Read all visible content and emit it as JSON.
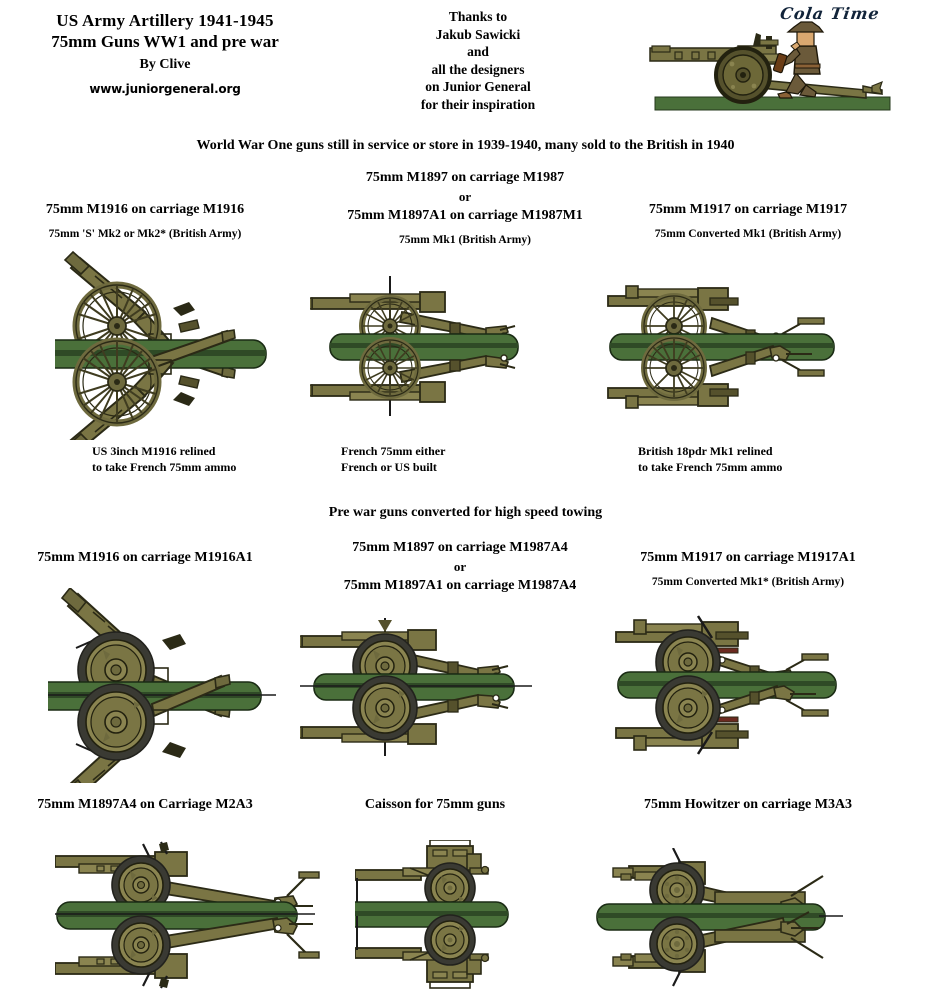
{
  "title": {
    "line1": "US Army Artillery 1941-1945",
    "line2": "75mm Guns WW1 and pre war",
    "line3": "By Clive",
    "line4": "www.juniorgeneral.org"
  },
  "thanks": {
    "line1": "Thanks to",
    "line2": "Jakub Sawicki",
    "line3": "and",
    "line4": "all the designers",
    "line5": "on Junior General",
    "line6": "for their inspiration"
  },
  "artwork": {
    "cola_label": "Cola Time"
  },
  "sections": [
    {
      "heading": "World War One guns still in service or store in 1939-1940, many sold to the British in 1940",
      "columns": [
        {
          "title_main": "75mm M1916 on carriage M1916",
          "title_or": "",
          "title_alt": "",
          "subtitle": "75mm 'S' Mk2 or Mk2* (British Army)",
          "caption_line1": "US 3inch M1916 relined",
          "caption_line2": "to take French 75mm ammo"
        },
        {
          "title_main": "75mm M1897 on carriage M1987",
          "title_or": "or",
          "title_alt": "75mm M1897A1 on carriage M1987M1",
          "subtitle": "75mm Mk1 (British Army)",
          "caption_line1": "French 75mm either",
          "caption_line2": "French or US built"
        },
        {
          "title_main": "75mm M1917 on carriage M1917",
          "title_or": "",
          "title_alt": "",
          "subtitle": "75mm Converted Mk1 (British Army)",
          "caption_line1": "British 18pdr Mk1 relined",
          "caption_line2": "to take French 75mm ammo"
        }
      ]
    },
    {
      "heading": "Pre war guns converted for high speed towing",
      "columns": [
        {
          "title_main": "75mm M1916 on carriage M1916A1",
          "title_or": "",
          "title_alt": "",
          "subtitle": "",
          "caption_line1": "",
          "caption_line2": ""
        },
        {
          "title_main": "75mm M1897 on carriage M1987A4",
          "title_or": "or",
          "title_alt": "75mm M1897A1 on carriage M1987A4",
          "subtitle": "",
          "caption_line1": "",
          "caption_line2": ""
        },
        {
          "title_main": "75mm M1917 on carriage M1917A1",
          "title_or": "",
          "title_alt": "",
          "subtitle": "75mm Converted Mk1* (British Army)",
          "caption_line1": "",
          "caption_line2": ""
        }
      ]
    },
    {
      "heading": "",
      "columns": [
        {
          "title_main": "75mm M1897A4 on Carriage M2A3",
          "title_or": "",
          "title_alt": "",
          "subtitle": "",
          "caption_line1": "",
          "caption_line2": ""
        },
        {
          "title_main": "Caisson for 75mm guns",
          "title_or": "",
          "title_alt": "",
          "subtitle": "",
          "caption_line1": "",
          "caption_line2": ""
        },
        {
          "title_main": "75mm Howitzer on carriage M3A3",
          "title_or": "",
          "title_alt": "",
          "subtitle": "",
          "caption_line1": "",
          "caption_line2": ""
        }
      ]
    }
  ],
  "colors": {
    "background": "#ffffff",
    "text": "#000000",
    "base_green": "#4a703a",
    "base_green_dark": "#2f4a26",
    "base_outline": "#1a2b14",
    "metal_olive": "#7a7544",
    "metal_olive_dark": "#55512c",
    "metal_outline": "#2b2a16",
    "tire_dark": "#3a3a33",
    "hub_olive": "#8a8450",
    "uniform": "#6b5a3a",
    "skin": "#d9a870",
    "cola_text": "#12243a"
  }
}
